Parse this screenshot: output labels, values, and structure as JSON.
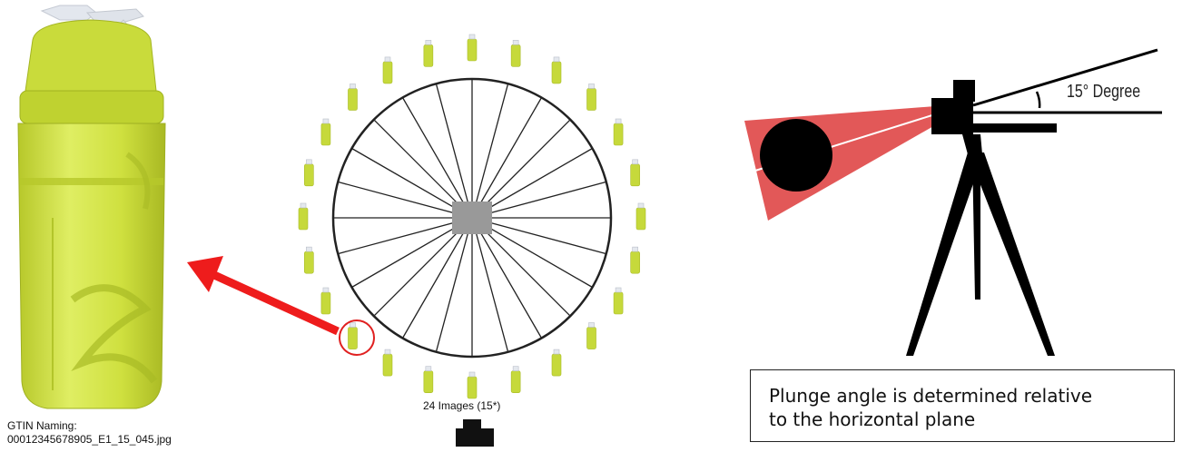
{
  "bottle": {
    "caption_line1": "GTIN Naming:",
    "caption_line2": "00012345678905_E1_15_045.jpg",
    "body_color": "#c6d93b",
    "lid_color": "#e4e8ee"
  },
  "wheel": {
    "label": "24 Images (15*)",
    "image_count": 24,
    "step_degrees": 15,
    "arrow_color": "#ee1c1c"
  },
  "camera": {
    "degree_label": "15° Degree",
    "angle_degrees": 15,
    "cone_color": "#e25858",
    "plunge_line1": "Plunge angle is determined relative",
    "plunge_line2": "to the horizontal plane"
  }
}
